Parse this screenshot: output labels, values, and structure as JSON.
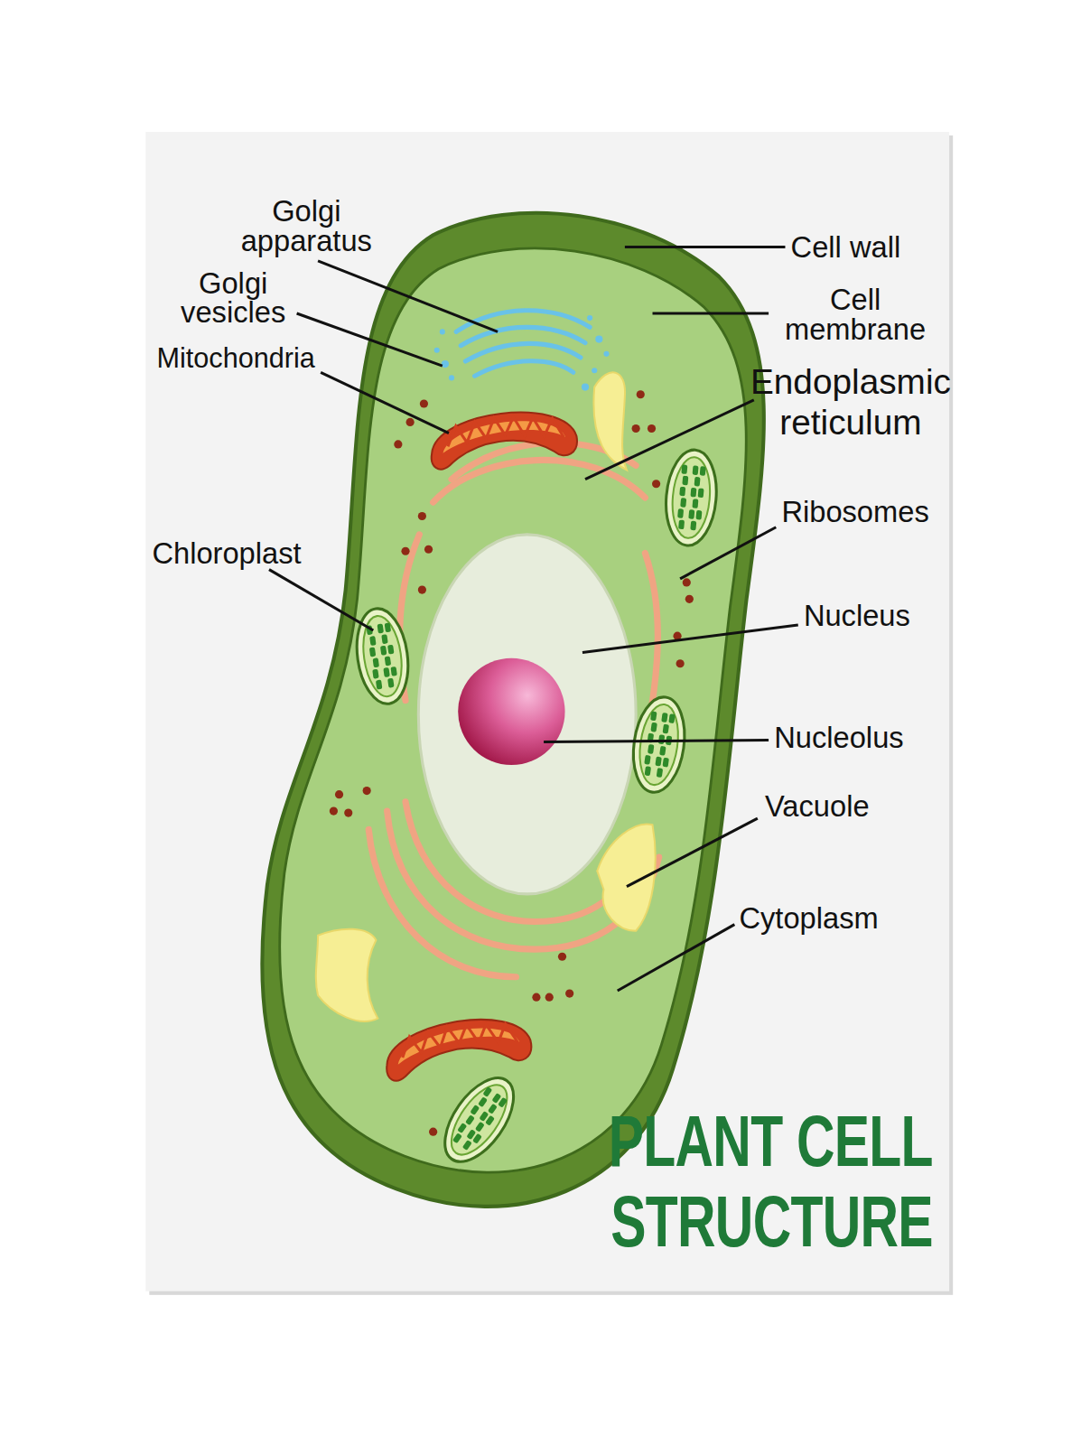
{
  "diagram": {
    "title": "PLANT CELL STRUCTURE",
    "labels": [
      "Golgi apparatus",
      "Golgi vesicles",
      "Mitochondria",
      "Chloroplast",
      "Cell wall",
      "Cell membrane",
      "Endoplasmic reticulum",
      "Ribosomes",
      "Nucleus",
      "Nucleolus",
      "Vacuole",
      "Cytoplasm"
    ]
  }
}
